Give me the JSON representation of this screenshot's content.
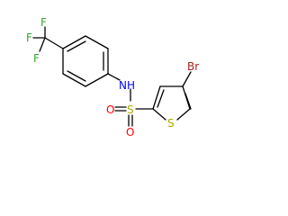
{
  "structure": {
    "bonds_color": "#000000",
    "atoms": {
      "f1": {
        "text": "F",
        "color": "#33aa33"
      },
      "f2": {
        "text": "F",
        "color": "#33aa33"
      },
      "f3": {
        "text": "F",
        "color": "#33aa33"
      },
      "nh": {
        "text": "NH",
        "color": "#0000ff"
      },
      "s_sulfonyl": {
        "text": "S",
        "color": "#aaaa00"
      },
      "o1": {
        "text": "O",
        "color": "#ff0000"
      },
      "o2": {
        "text": "O",
        "color": "#ff0000"
      },
      "s_ring": {
        "text": "S",
        "color": "#aaaa00"
      },
      "br": {
        "text": "Br",
        "color": "#aa2222"
      }
    }
  }
}
